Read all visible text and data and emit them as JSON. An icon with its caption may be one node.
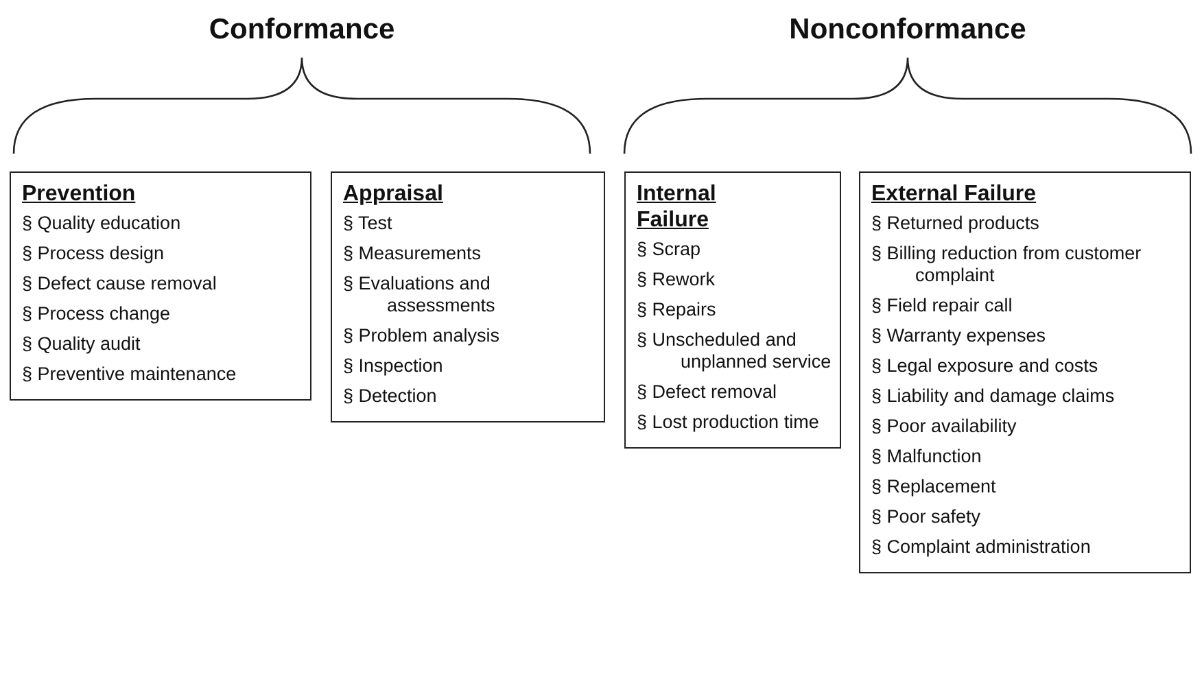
{
  "diagram": {
    "nodes": [
      {
        "text": [
          "Prevention",
          "§ Quality education",
          "§ Process design",
          "§ Defect cause removal",
          "§ Process change",
          "§ Quality audit",
          "§ Preventive maintenance"
        ]
      },
      {
        "text": [
          "Appraisal",
          "§ Test",
          "§ Measurements",
          "§ Evaluations and assessments",
          "§ Problem analysis",
          "§ Inspection",
          "§ Detection"
        ]
      },
      {
        "text": [
          "Internal Failure",
          "§ Scrap",
          "§ Rework",
          "§ Repairs",
          "§ Unscheduled and unplanned service",
          "§ Defect removal",
          "§ Lost production time"
        ]
      },
      {
        "text": [
          "External Failure",
          "§ Returned products",
          "§ Billing reduction from customer complaint",
          "§ Field repair call",
          "§ Warranty expenses",
          "§ Legal exposure and costs",
          "§ Liability and damage claims",
          "§ Poor availability",
          "§ Malfunction",
          "§ Replacement",
          "§ Poor safety",
          "§ Complaint administration"
        ]
      }
    ],
    "edges": [],
    "labels": [
      "Conformance",
      "Nonconformance"
    ]
  }
}
